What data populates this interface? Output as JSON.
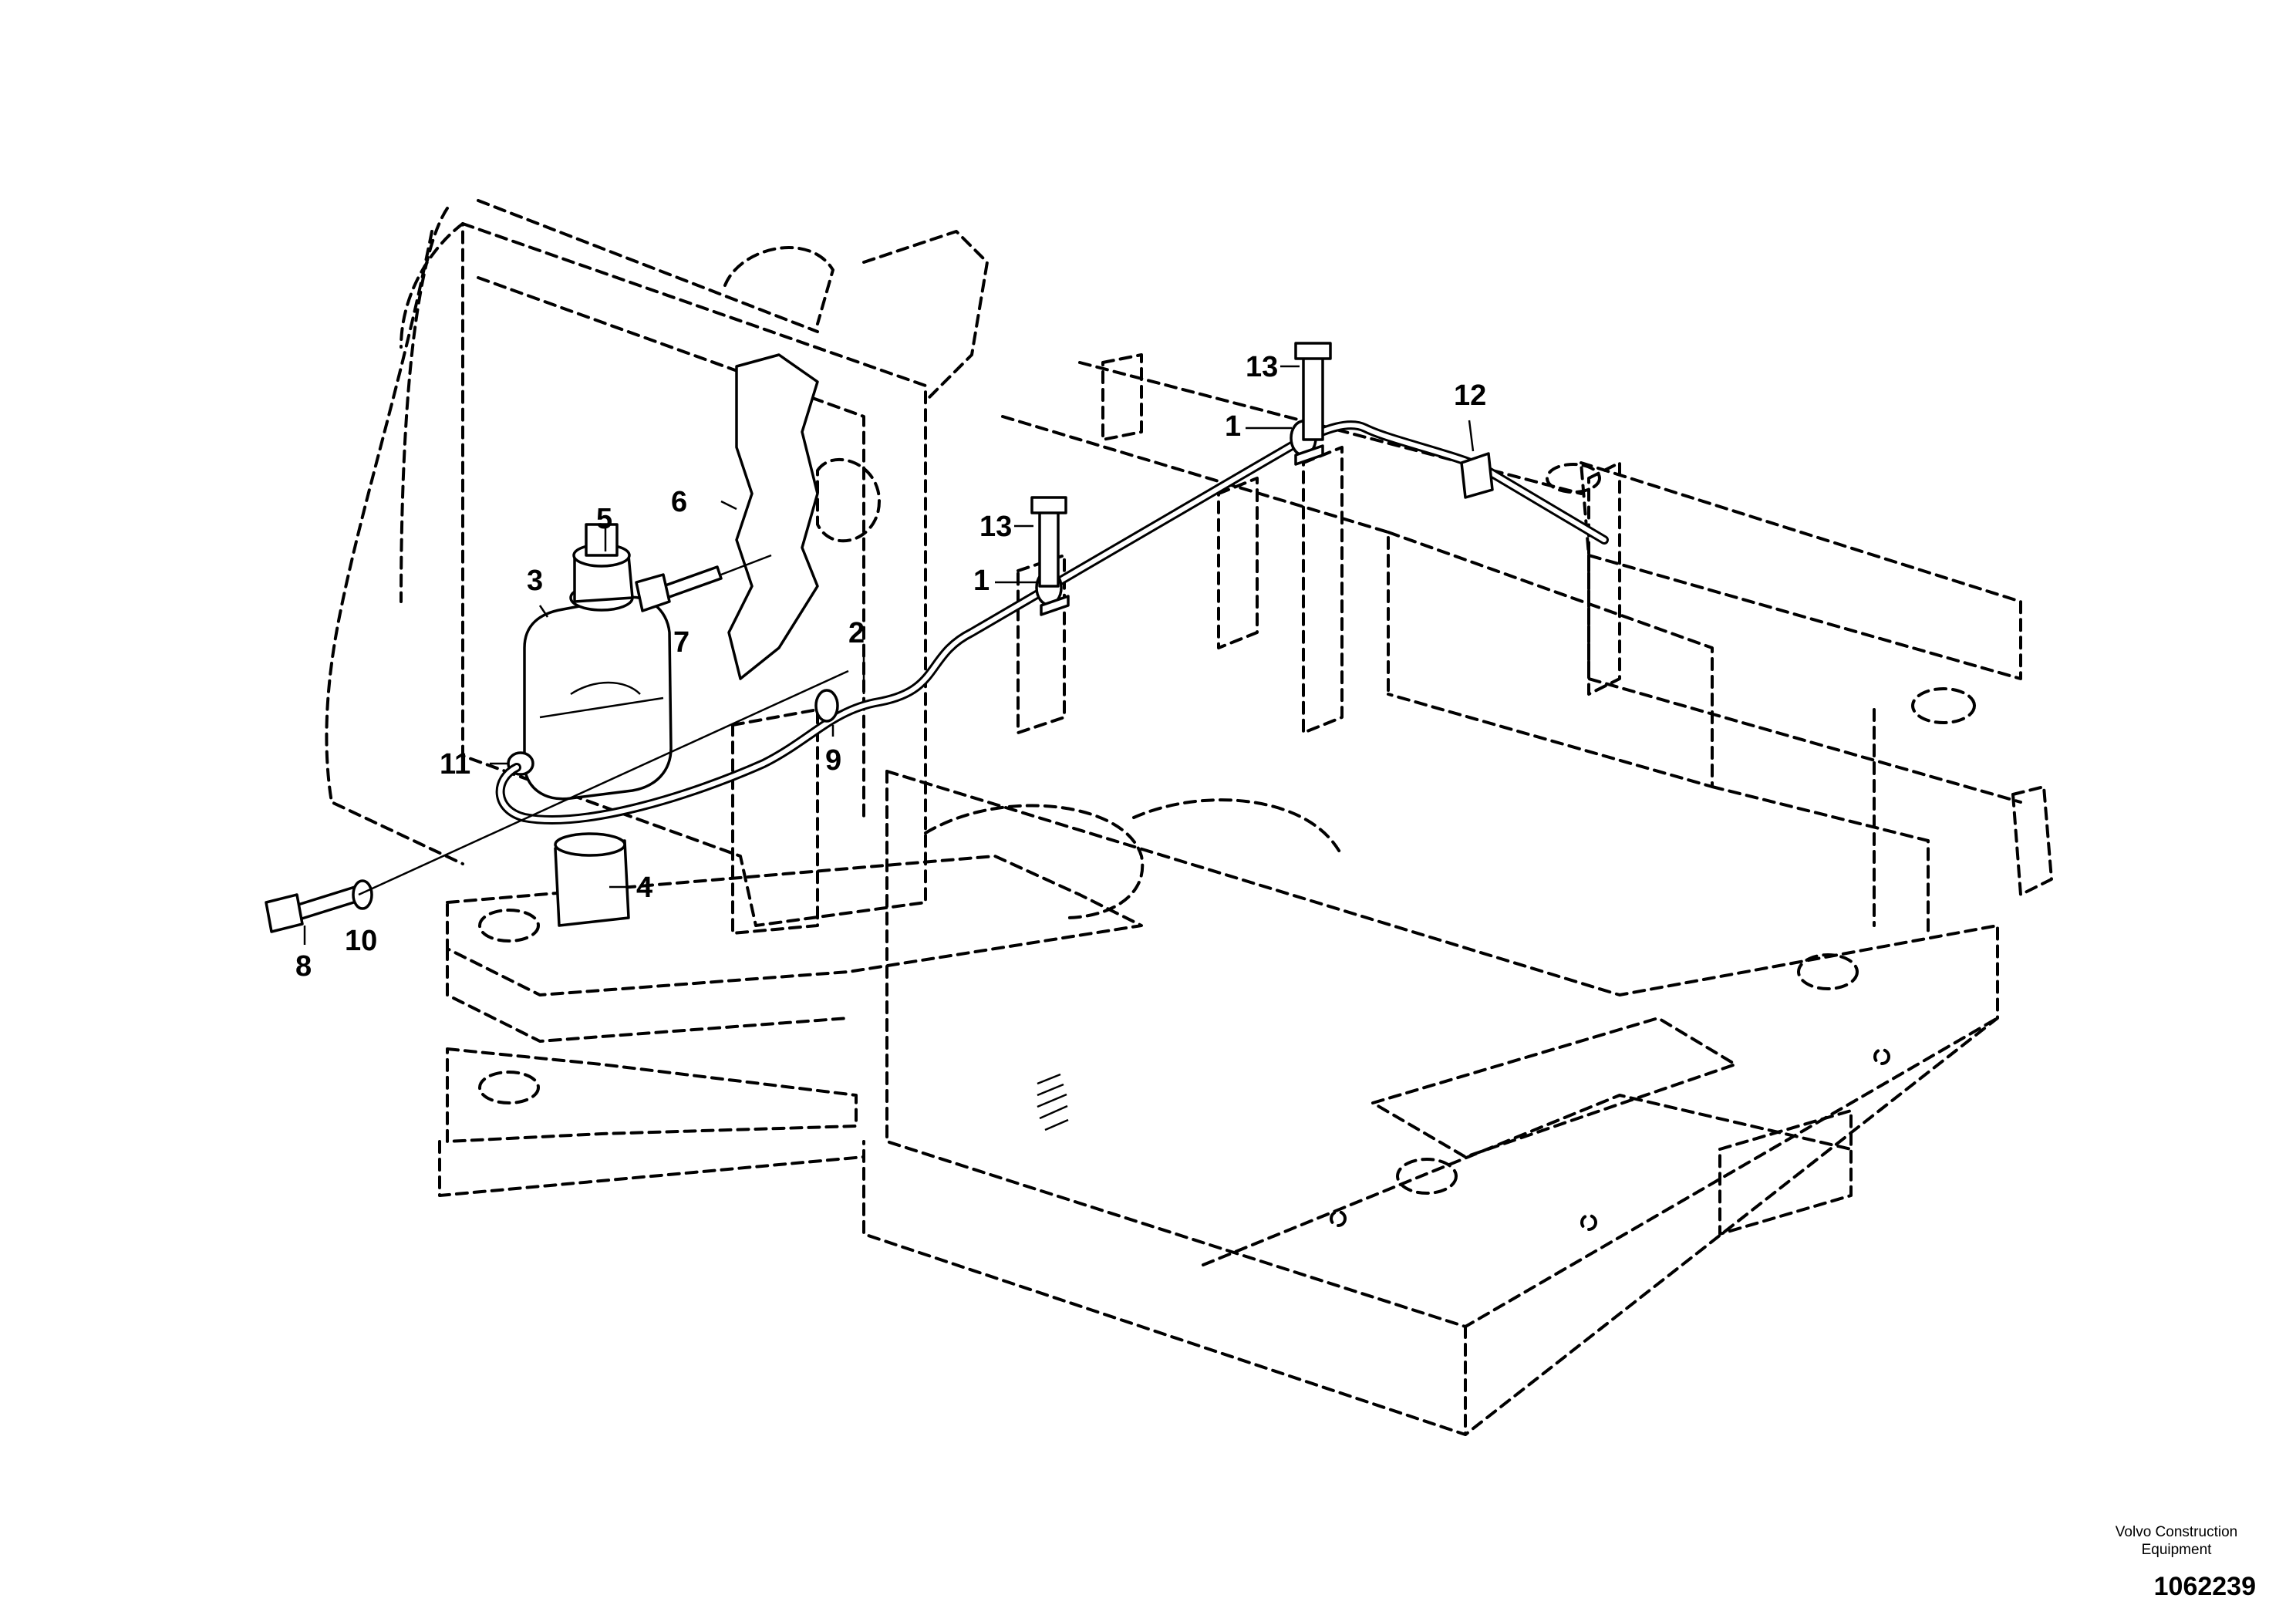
{
  "callouts": [
    {
      "id": "c13a",
      "label": "13"
    },
    {
      "id": "c12",
      "label": "12"
    },
    {
      "id": "c1a",
      "label": "1"
    },
    {
      "id": "c13b",
      "label": "13"
    },
    {
      "id": "c1b",
      "label": "1"
    },
    {
      "id": "c6",
      "label": "6"
    },
    {
      "id": "c5",
      "label": "5"
    },
    {
      "id": "c3",
      "label": "3"
    },
    {
      "id": "c7",
      "label": "7"
    },
    {
      "id": "c2",
      "label": "2"
    },
    {
      "id": "c9",
      "label": "9"
    },
    {
      "id": "c11",
      "label": "11"
    },
    {
      "id": "c4",
      "label": "4"
    },
    {
      "id": "c8",
      "label": "8"
    },
    {
      "id": "c10",
      "label": "10"
    }
  ],
  "footer": {
    "brand_line1": "Volvo Construction",
    "brand_line2": "Equipment",
    "document_number": "1062239"
  }
}
